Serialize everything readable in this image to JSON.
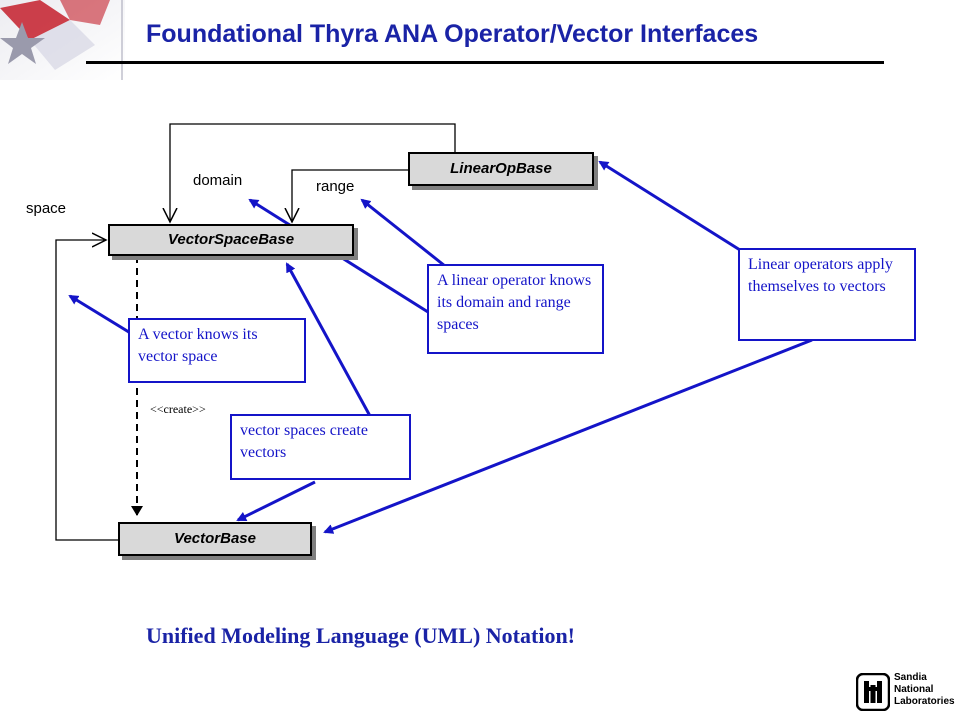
{
  "slide": {
    "title": "Foundational Thyra ANA Operator/Vector Interfaces",
    "footer": "Unified Modeling Language (UML) Notation!"
  },
  "classes": {
    "linear_op": "LinearOpBase",
    "vector_space": "VectorSpaceBase",
    "vector": "VectorBase"
  },
  "roles": {
    "space": "space",
    "domain": "domain",
    "range": "range",
    "create": "<<create>>"
  },
  "callouts": {
    "vector_knows_space": "A vector knows its vector space",
    "operator_knows_spaces": "A linear operator knows its domain and range spaces",
    "operators_apply": "Linear operators apply themselves to vectors",
    "spaces_create": "vector spaces create vectors"
  },
  "logo": {
    "line1": "Sandia",
    "line2": "National",
    "line3": "Laboratories"
  },
  "colors": {
    "title": "#1a23a6",
    "callout": "#1414c8",
    "box_fill": "#d9d9d9"
  }
}
